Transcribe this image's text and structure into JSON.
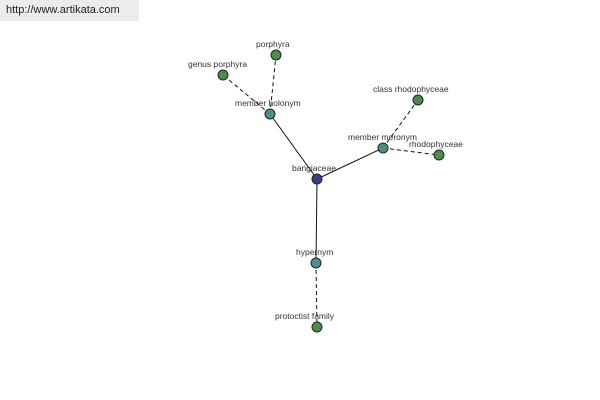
{
  "banner": {
    "url": "http://www.artikata.com"
  },
  "colors": {
    "center": "#3c3c8c",
    "relation": "#4e8e8a",
    "leaf": "#4d8a4d"
  },
  "graph": {
    "nodes": [
      {
        "id": "bangiaceae",
        "label": "bangiaceae",
        "kind": "center"
      },
      {
        "id": "member_holonym",
        "label": "member holonym",
        "kind": "relation"
      },
      {
        "id": "member_meronym",
        "label": "member meronym",
        "kind": "relation"
      },
      {
        "id": "hypernym",
        "label": "hypernym",
        "kind": "relation"
      },
      {
        "id": "porphyra",
        "label": "porphyra",
        "kind": "leaf"
      },
      {
        "id": "genus_porphyra",
        "label": "genus porphyra",
        "kind": "leaf"
      },
      {
        "id": "class_rhodophyceae",
        "label": "class rhodophyceae",
        "kind": "leaf"
      },
      {
        "id": "rhodophyceae",
        "label": "rhodophyceae",
        "kind": "leaf"
      },
      {
        "id": "protoctist_family",
        "label": "protoctist family",
        "kind": "leaf"
      }
    ],
    "edges": [
      {
        "from": "bangiaceae",
        "to": "member_holonym",
        "style": "solid"
      },
      {
        "from": "bangiaceae",
        "to": "member_meronym",
        "style": "solid"
      },
      {
        "from": "bangiaceae",
        "to": "hypernym",
        "style": "solid"
      },
      {
        "from": "member_holonym",
        "to": "porphyra",
        "style": "dashed"
      },
      {
        "from": "member_holonym",
        "to": "genus_porphyra",
        "style": "dashed"
      },
      {
        "from": "member_meronym",
        "to": "class_rhodophyceae",
        "style": "dashed"
      },
      {
        "from": "member_meronym",
        "to": "rhodophyceae",
        "style": "dashed"
      },
      {
        "from": "hypernym",
        "to": "protoctist_family",
        "style": "dashed"
      }
    ]
  }
}
